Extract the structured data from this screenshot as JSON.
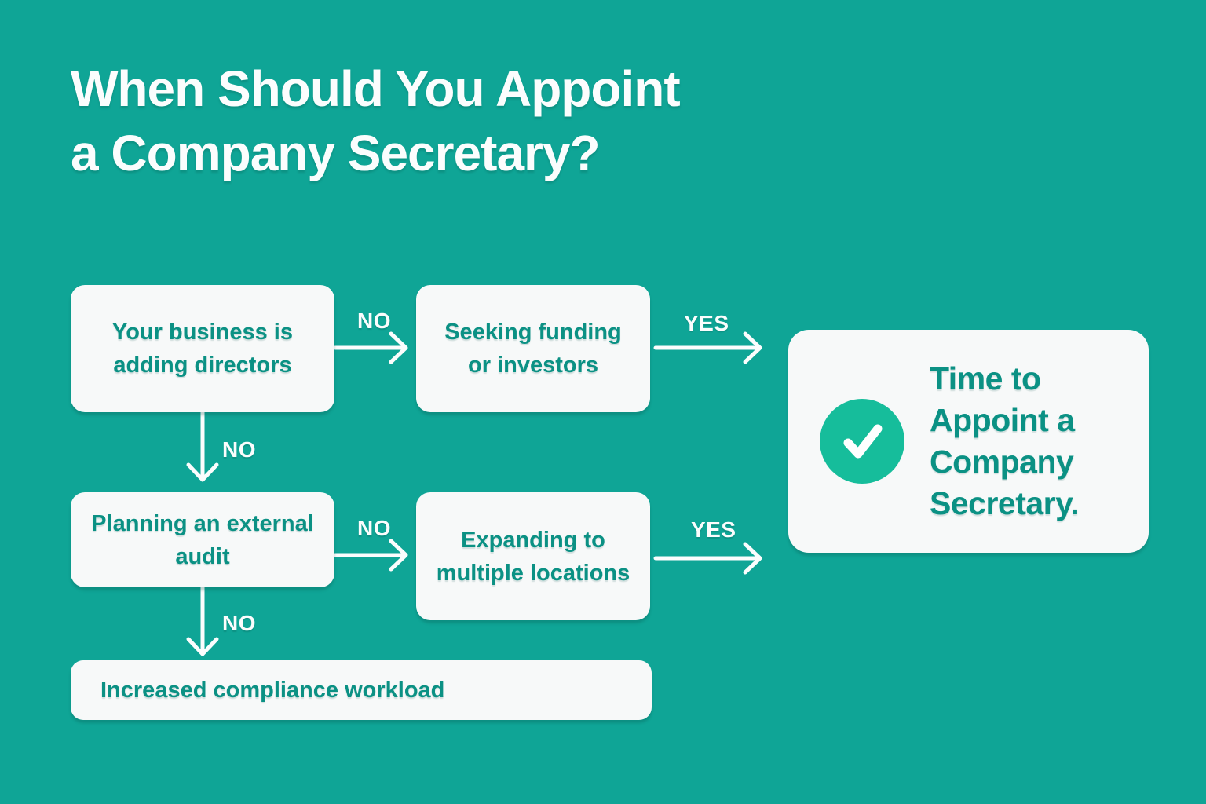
{
  "title": "When Should You Appoint a Company Secretary?",
  "colors": {
    "background": "#0fa596",
    "box_fill": "#f7f9f9",
    "box_text": "#0b9184",
    "title_text": "#fbfdfd",
    "arrow": "#fbfdfd",
    "check_circle_fill": "#16bd9b",
    "check_mark": "#ffffff"
  },
  "nodes": [
    {
      "id": "adding-directors",
      "label": "Your business is adding directors"
    },
    {
      "id": "seeking-funding",
      "label": "Seeking funding or investors"
    },
    {
      "id": "external-audit",
      "label": "Planning an external audit"
    },
    {
      "id": "multiple-locations",
      "label": "Expanding to multiple locations"
    },
    {
      "id": "compliance-workload",
      "label": "Increased compliance workload"
    }
  ],
  "result": {
    "label": "Time to Appoint a Company Secretary.",
    "icon": "check-icon"
  },
  "edges": [
    {
      "from": "adding-directors",
      "to": "seeking-funding",
      "direction": "right",
      "label": "NO"
    },
    {
      "from": "seeking-funding",
      "to": "result",
      "direction": "right",
      "label": "YES"
    },
    {
      "from": "adding-directors",
      "to": "external-audit",
      "direction": "down",
      "label": "NO"
    },
    {
      "from": "external-audit",
      "to": "multiple-locations",
      "direction": "right",
      "label": "NO"
    },
    {
      "from": "multiple-locations",
      "to": "result",
      "direction": "right",
      "label": "YES"
    },
    {
      "from": "external-audit",
      "to": "compliance-workload",
      "direction": "down",
      "label": "NO"
    }
  ]
}
